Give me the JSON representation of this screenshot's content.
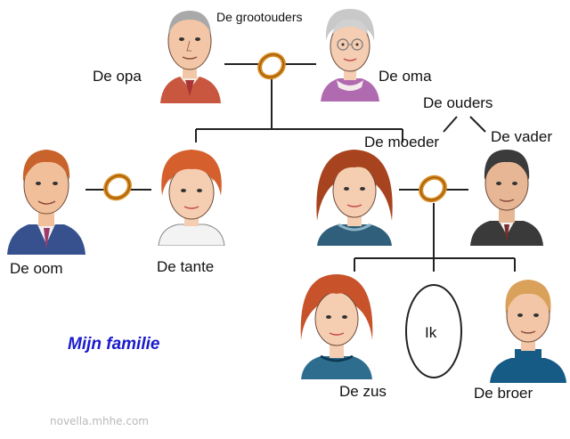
{
  "labels": {
    "grootouders": "De grootouders",
    "opa": "De opa",
    "oma": "De oma",
    "ouders": "De ouders",
    "moeder": "De moeder",
    "vader": "De vader",
    "oom": "De oom",
    "tante": "De tante",
    "ik": "Ik",
    "zus": "De zus",
    "broer": "De broer"
  },
  "title": "Mijn familie",
  "credit": "novella.mhhe.com",
  "colors": {
    "title": "#1a1acc",
    "ring": "#d98a1e",
    "line": "#222222",
    "credit": "#b9b9b9"
  },
  "icons": [
    "wedding-ring-icon",
    "person-portrait-icon"
  ]
}
